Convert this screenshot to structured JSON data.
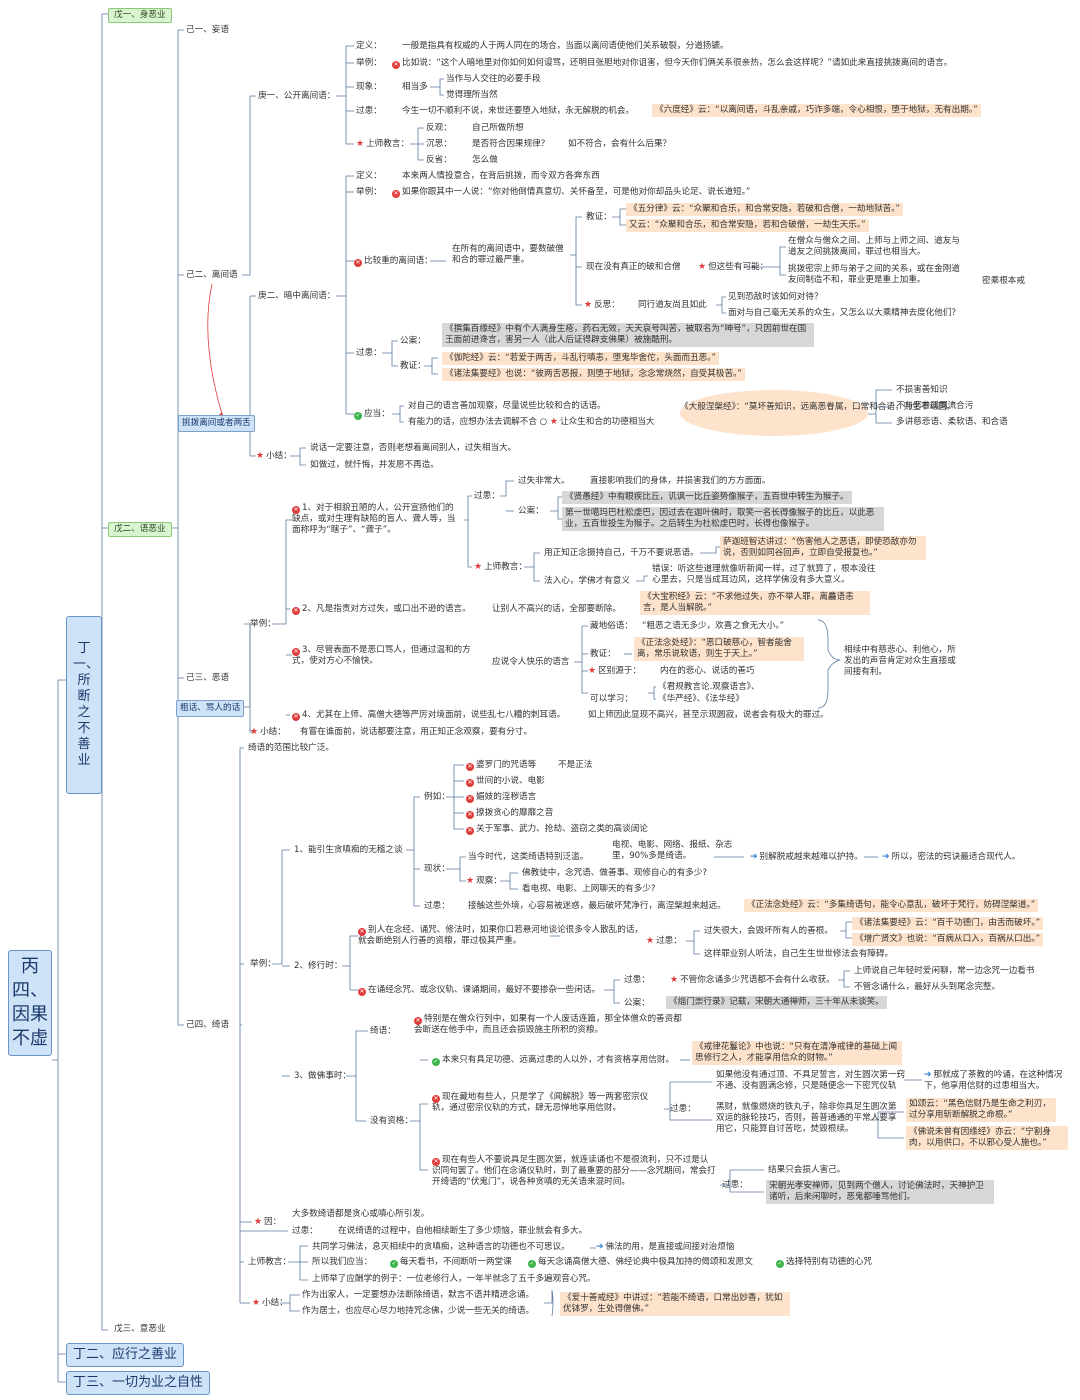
{
  "nodes": {
    "root": "丙四、因果不虚",
    "d1": "丁一、所断之不善业",
    "d2": "丁二、应行之善业",
    "d3": "丁三、一切为业之自性",
    "w1": "戊一、身恶业",
    "w2": "戊二、语恶业",
    "w3": "戊三、意恶业",
    "j1": "己一、妄语",
    "j2": "己二、离间语",
    "j3": "己三、恶语",
    "j4": "己四、绮语",
    "sp": "挑拨离间或者两舌",
    "cs": "粗话、骂人的话",
    "g1": "庚一、公开离间语：",
    "g1_def_k": "定义：",
    "g1_def_v": "一般是指具有权威的人于两人同在的场合，当面以离间语使他们关系破裂，分道扬镳。",
    "g1_ex_k": "举例：",
    "g1_ex_v": "比如说：“这个人暗地里对你如何如何谩骂，还明目张胆地对你诅害，但今天你们俩关系很亲热，怎么会这样呢？”请如此来直接挑拨离间的语言。",
    "g1_ph_k": "现象：",
    "g1_ph_v": "相当多",
    "g1_ph_1": "当作与人交往的必要手段",
    "g1_ph_2": "觉得理所当然",
    "g1_fa_k": "过患：",
    "g1_fa_v": "今生一切不顺利不说，来世还要堕入地狱，永无解脱的机会。",
    "g1_fa_q": "《六度经》云：“以离间语，斗乱亲戚，巧诈多端，令心相恨，堕于地狱，无有出期。”",
    "g1_tc_k": "上师教言：",
    "g1_tc_1k": "反观：",
    "g1_tc_1v": "自己所做所想",
    "g1_tc_2k": "沉思：",
    "g1_tc_2v": "是否符合因果规律？",
    "g1_tc_2w": "如不符合，会有什么后果？",
    "g1_tc_3k": "反省：",
    "g1_tc_3v": "怎么做",
    "g2": "庚二、暗中离间语：",
    "g2_def_k": "定义：",
    "g2_def_v": "本来两人情投意合，在背后挑拨，而令双方各奔东西",
    "g2_ex_k": "举例：",
    "g2_ex_v": "如果你跟其中一人说：“你对他倒情真意切、关怀备至，可是他对你却品头论足、说长道短。”",
    "g2_hv_k": "比较重的离间语：",
    "g2_hv_v": "在所有的离间语中，要数破僧和合的罪过最严重。",
    "g2_jy_k": "教证：",
    "g2_jy_1": "《五分律》云：“众聚和合乐，和合常安隐，若破和合僧，一劫地狱苦。”",
    "g2_jy_2": "又云：“众聚和合乐，和合常安隐，若和合破僧，一劫生天乐。”",
    "g2_now_k": "现在没有真正的破和合僧",
    "g2_now_v": "但这些有可能：",
    "g2_now_1": "在僧众与僧众之间、上师与上师之间、道友与道友之间挑拨离间，罪过也相当大。",
    "g2_now_2": "挑拨密宗上师与弟子之间的关系，或在金刚道友间制造不和，罪业更是重上加重。",
    "g2_now_3": "密乘根本戒",
    "g2_fs_k": "反思：",
    "g2_fs_v": "同行道友尚且如此",
    "g2_fs_1": "见到恐敌时该如何对待？",
    "g2_fs_2": "面对与自己毫无关系的众生，又怎么以大乘精神去度化他们？",
    "g2_fa_k": "过患：",
    "g2_gg_k": "公案：",
    "g2_gg_v": "《撰集百缘经》中有个人满身生疮，药石无效，天天哀号叫苦，被取名为“呻号”，只因前世在国王面前进谗言，害另一人（此人后证得辟支佛果）被施酷刑。",
    "g2_jz_k": "教证：",
    "g2_jz_1": "《伽陀经》云：“若爱于两舌，斗乱行嗔恚，堕鬼毕舍佗，头面而丑恶。”",
    "g2_jz_2": "《诸法集要经》也说：“彼两舌恶报，则堕于地狱，念念常烧然，自受其极苦。”",
    "g2_ying_k": "应当：",
    "g2_ying_1": "对自己的语言善加观察，尽量说些比较和合的话语。",
    "g2_ying_2": "有能力的话，应想办法去调解不合",
    "g2_ying_3": "让众生和合的功德相当大",
    "g2_oval": "《大般涅槃经》：“莫坏善知识，远离恶眷属，口常和合语，则生不动国。”",
    "g2_oval_1": "不损害善知识",
    "g2_oval_2": "不与恶眷属同流合污",
    "g2_oval_3": "多讲慈悲语、柔软语、和合语",
    "xj1_k": "小结：",
    "xj1_1": "说话一定要注意，否则老想着离间别人，过失相当大。",
    "xj1_2": "如做过，就忏悔，并发愿不再造。",
    "e_lz": "举例：",
    "e1": "1、对于相貌丑陋的人，公开宣扬他们的缺点，或对生理有缺陷的盲人、聋人等，当面称呼为“瞎子”、“聋子”。",
    "e1_gh_k": "过患：",
    "e1_gh_v": "过失非常大。",
    "e1_gh_w": "直接影响我们的身体，并损害我们的方方面面。",
    "e1_ga_k": "公案：",
    "e1_ga_1": "《贤愚经》中有眼疾比丘，讥讽一比丘姿势像猴子，五百世中转生为猴子。",
    "e1_ga_2": "第一世噶玛巴杜松虔巴，因过去在迦叶佛时，取笑一名长得像猴子的比丘，以此恶业，五百世投生为猴子。之后转生为杜松虔巴时，长得也像猴子。",
    "e1_tc_k": "上师教言：",
    "e1_tc_1": "用正知正念摄持自己，千万不要说恶语。",
    "e1_tc_1q": "萨迦班智达讲过：“伤害他人之恶语，即使恐敌亦勿说，否则如同谷回声，立即自受报复也。”",
    "e1_tc_2": "法入心，学佛才有意义",
    "e1_tc_2q": "错误：听这些道理就像听新闻一样，过了就算了，根本没往心里去，只是当成耳边风，这样学佛没有多大意义。",
    "e2": "2、凡是指责对方过失，或口出不逊的语言。",
    "e2_v": "让别人不高兴的话，全部要断除。",
    "e2_q": "《大宝积经》云：“不求他过失，亦不举人罪，离麤语恚言，是人当解脱。”",
    "e3": "3、尽管表面不是恶口骂人，但通过温和的方式，使对方心不愉快。",
    "e3_v": "应说令人快乐的语言",
    "e3_sy_k": "藏地俗语：",
    "e3_sy_v": "“粗恶之语无多少，欢喜之食无大小。”",
    "e3_jz_k": "教证：",
    "e3_jz_v": "《正法念处经》：“恶口破慈心，智者能舍离，常乐说软语，则生于天上。”",
    "e3_qb_k": "区别源于：",
    "e3_qb_v": "内在的悲心、说话的善巧",
    "e3_kx_k": "可以学习：",
    "e3_kx_1": "《君规教言论.观察语言》、",
    "e3_kx_2": "《华严经》、《法华经》",
    "e3_side": "相续中有慈悲心、利他心，所发出的声音肯定对众生直接或间接有利。",
    "e4": "4、尤其在上师、高僧大德等严厉对境面前，说些乱七八糟的刺耳语。",
    "e4_v": "如上师因此显现不高兴，甚至示现圆寂，说者会有极大的罪过。",
    "xj2_k": "小结：",
    "xj2_v": "有嘗在谁面前，说话都要注意，用正知正念观察，要有分寸。",
    "q_fw": "绮语的范围比较广泛。",
    "q_lz": "举例：",
    "q1": "1、能引生贪嗔痴的无稽之谈",
    "q1_ex_k": "例如：",
    "q1_ex_1": "婆罗门的咒语等",
    "q1_ex_1b": "不是正法",
    "q1_ex_2": "世间的小说、电影",
    "q1_ex_3": "媚妓的淫秽语言",
    "q1_ex_4": "撩拨贪心的靡靡之音",
    "q1_ex_5": "关于军事、武力、抢劫、盗窃之类的高谈阔论",
    "q1_xz_k": "现状：",
    "q1_xz_v": "当今时代，这类绮语特别泛滥。",
    "q1_xz_w": "电视、电影、网络、报纸、杂志里，90%多是绮语。",
    "q1_xz_1": "别解脱戒越来越难以护持。",
    "q1_xz_2": "所以，密法的窍诀最适合现代人。",
    "q1_gc_k": "观察：",
    "q1_gc_1": "佛教徒中，念咒语、做善事、观修自心的有多少?",
    "q1_gc_2": "看电视、电影、上网聊天的有多少?",
    "q1_gh_k": "过患：",
    "q1_gh_v": "接触这些外境，心容易被迷惑，最后破坏梵净行，离涅槃越来越远。",
    "q1_gh_q": "《正法念处经》云：“多集绮语句，能令心意乱，破坏于梵行，妨碍涅槃道。”",
    "q2": "2、修行时：",
    "q2_1": "别人在念经、诵咒、修法时，如果你口若悬河地谈论很多令人散乱的话，就会断绝别人行善的资粮，罪过极其严重。",
    "q2_1_k": "过患：",
    "q2_1_v": "过失很大，会毁坏所有人的善根。",
    "q2_1_q1": "《诸法集要经》云：“百千功德门，由舌而破坏。”",
    "q2_1_q2": "《增广贤文》也说：“百病从口入，百祸从口出。”",
    "q2_1_w": "这样罪业别人听法，自己生生世世修法会有障碍。",
    "q2_2": "在诵经念咒、或念仪轨、课诵期间，最好不要掺杂一些闲话。",
    "q2_2_k": "过患：",
    "q2_2_v": "不管你念诵多少咒语都不会有什么收获。",
    "q2_2_1": "上师说自己年轻时爱闲聊，常一边念咒一边看书",
    "q2_2_2": "不管念诵什么，最好从头到尾念完整。",
    "q2_ga_k": "公案：",
    "q2_ga_v": "《缁门崇行录》记载，宋朝大通禅师，三十年从未谈笑。",
    "q3": "3、做佛事时：",
    "q3_qy_k": "绮语：",
    "q3_qy_v": "特别是在僧众行列中，如果有一个人废话连篇，那全体僧众的善资都会断送在他手中，而且还会损毁施主所积的资粮。",
    "q3_yz": "本来只有具足功德、远离过患的人以外，才有资格享用信财。",
    "q3_yz_q": "《戒律花鬘论》中也说：“只有在清净戒律的基础上闻思修行之人，才能享用信众的财物。”",
    "q3_mz_k": "没有资格：",
    "q3_mz_1": "现在藏地有些人，只是学了《闻解脱》等一两套密宗仪轨，通过密宗仪轨的方式，肆无忌惮地享用信财。",
    "q3_mz_1k": "过患：",
    "q3_mz_1a": "如果他没有通过顶、不具足誓言，对生圆次第一窍不通、没有圆满念修，只是随便念一下密咒仪轨",
    "q3_mz_1a2": "那就成了茶教的吟诵，在这种情况下，他享用信财的过患相当大。",
    "q3_mz_1b": "黑财，就像燃烧的铁丸子，除非你具足生圆次第双运的脉轮技巧，否则，普普通通的平常人要享用它，只能算自讨苦吃，焚毁根续。",
    "q3_mz_1b1": "如颂云：“黑色信财乃是生命之利刃，过分享用斩断解脱之命根。”",
    "q3_mz_1b2": "《佛说未曾有因缘经》亦云：“宁割身肉，以用供口，不以邪心受人施也。”",
    "q3_mz_2": "现在有些人不要说具足生圆次第，就连读诵也不是很流利，只不过是认识同句罢了。他们在念诵仪轨时，到了最重要的部分——念咒期间，常会打开绮语的“伏鬼门”，说各种贪嗔的无关语来混时间。",
    "q3_mz_2k": "过患：",
    "q3_mz_2v": "结果只会损人害己。",
    "q3_mz_2q": "宋朝光孝安禅师，见到两个僧人，讨论佛法时，天神护卫诸听，后来闲聊时，恶鬼都唾骂他们。",
    "yin_k": "因：",
    "yin_v": "大多数绮语都是贪心或嗔心所引发。",
    "gh_k": "过患：",
    "gh_v": "在说绮语的过程中，自他相续断生了多少烦恼，罪业就会有多大。",
    "tc_k": "上师教言：",
    "tc_1": "共同学习佛法，息灭相续中的贪嗔痴，这种语言的功德也不可思议。",
    "tc_1v": "佛法的用，是直接或间接对治烦恼",
    "tc_2": "所以我们应当：",
    "tc_2a": "每天看书，不间断听一两堂课",
    "tc_2b": "每天念诵高僧大德、佛经论典中极具加持的偈颂和发愿文",
    "tc_2c": "选择特别有功德的心咒",
    "tc_3": "上师举了应酬学的例子：一位老修行人，一年半就念了五千多遍观音心咒。",
    "xj3_k": "小结：",
    "xj3_1": "作为出家人，一定要想办法断除绮语，默言不语并精进念诵。",
    "xj3_2": "作为居士，也应尽心尽力地持咒念佛，少说一些无关的绮语。",
    "xj3_q": "《爱十善戒经》中讲过：“若能不绮语，口常出妙香，犹如优钵罗，生处得僧佛。”"
  }
}
